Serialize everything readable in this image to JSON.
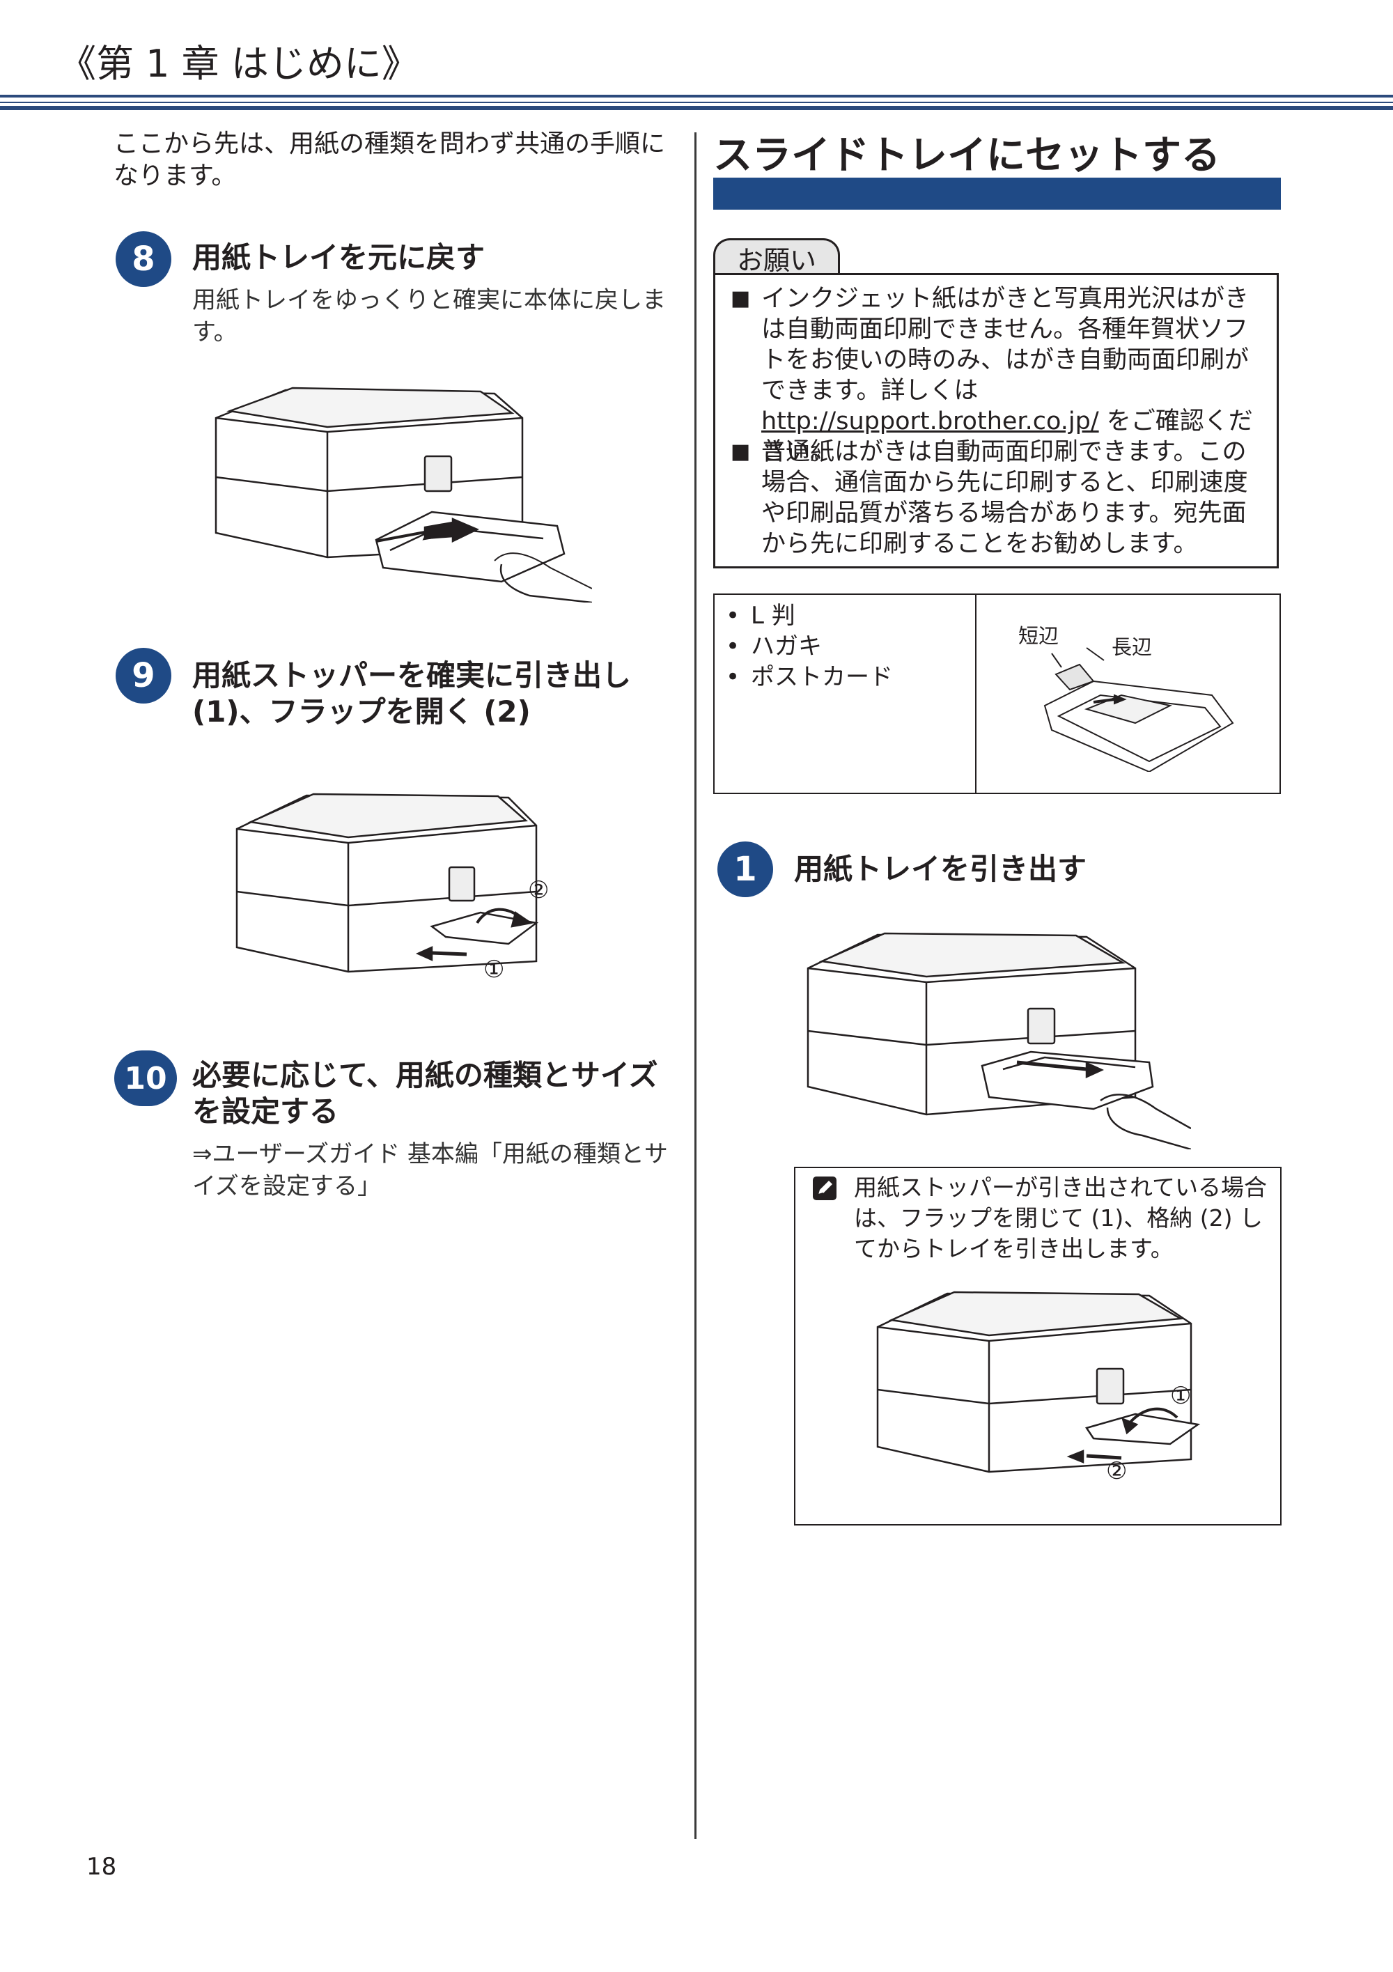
{
  "header": {
    "chapter_title": "《第 1 章 はじめに》"
  },
  "left": {
    "intro": "ここから先は、用紙の種類を問わず共通の手順になります。",
    "steps": [
      {
        "number": "8",
        "title": "用紙トレイを元に戻す",
        "body": "用紙トレイをゆっくりと確実に本体に戻します。"
      },
      {
        "number": "9",
        "title_line1": "用紙ストッパーを確実に引き出し",
        "title_line2": "(1)、フラップを開く (2)"
      },
      {
        "number": "10",
        "title_line1": "必要に応じて、用紙の種類とサイズ",
        "title_line2": "を設定する",
        "body": "⇒ユーザーズガイド 基本編「用紙の種類とサイズを設定する」"
      }
    ],
    "figure9_callouts": [
      "②",
      "①"
    ]
  },
  "right": {
    "section_title": "スライドトレイにセットする",
    "notice": {
      "tab": "お願い",
      "items": [
        {
          "bullet": "■",
          "text_before": "インクジェット紙はがきと写真用光沢はがきは自動両面印刷できません。各種年賀状ソフトをお使いの時のみ、はがき自動両面印刷ができます。詳しくは ",
          "link": "http://support.brother.co.jp/",
          "text_after": " をご確認ください。"
        },
        {
          "bullet": "■",
          "text": "普通紙はがきは自動両面印刷できます。この場合、通信面から先に印刷すると、印刷速度や印刷品質が落ちる場合があります。宛先面から先に印刷することをお勧めします。"
        }
      ]
    },
    "paper_types": [
      "L 判",
      "ハガキ",
      "ポストカード"
    ],
    "paper_figure": {
      "short_side": "短辺",
      "long_side": "長辺"
    },
    "step1": {
      "number": "1",
      "title": "用紙トレイを引き出す"
    },
    "note": {
      "icon": "note-icon",
      "text": "用紙ストッパーが引き出されている場合は、フラップを閉じて (1)、格納 (2) してからトレイを引き出します。",
      "callouts": [
        "①",
        "②"
      ]
    }
  },
  "footer": {
    "page_number": "18"
  }
}
